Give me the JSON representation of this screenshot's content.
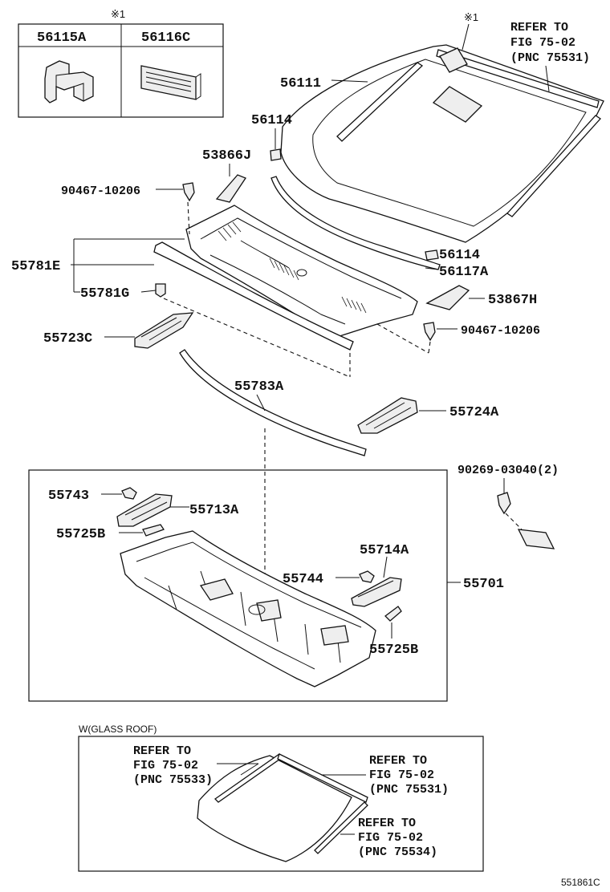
{
  "inset_table": {
    "mark": "※1",
    "col1": "56115A",
    "col2": "56116C"
  },
  "windshield": {
    "mark": "※1",
    "refer_line1": "REFER TO",
    "refer_line2": "FIG 75-02",
    "refer_line3": "(PNC 75531)",
    "part_glass": "56111",
    "part_clip_top": "56114",
    "part_clip_bottom": "56114",
    "part_bracket_left": "53866J",
    "part_moulding": "56117A"
  },
  "cowl": {
    "clip_left": "90467-10206",
    "clip_right": "90467-10206",
    "louver": "55781E",
    "grommet": "55781G",
    "bracket_right": "53867H",
    "support_left": "55723C",
    "seal": "55783A",
    "support_right": "55724A"
  },
  "panel_assembly": {
    "bracket_a": "55743",
    "brace_a": "55713A",
    "retainer_a": "55725B",
    "brace_b": "55714A",
    "bracket_b": "55744",
    "retainer_b": "55725B",
    "assembly": "55701",
    "bolt": "90269-03040(2)"
  },
  "glass_roof": {
    "caption": "W(GLASS ROOF)",
    "ref1_line1": "REFER TO",
    "ref1_line2": "FIG 75-02",
    "ref1_line3": "(PNC 75533)",
    "ref2_line1": "REFER TO",
    "ref2_line2": "FIG 75-02",
    "ref2_line3": "(PNC 75531)",
    "ref3_line1": "REFER TO",
    "ref3_line2": "FIG 75-02",
    "ref3_line3": "(PNC 75534)"
  },
  "diagram_code": "551861C"
}
